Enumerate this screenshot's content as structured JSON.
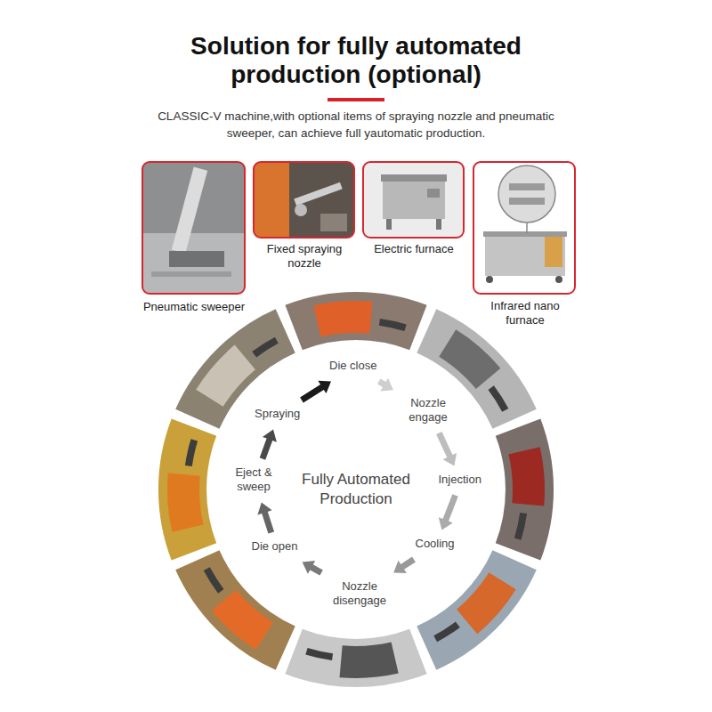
{
  "diagram": {
    "title": "Solution for fully automated production (optional)",
    "nodes": [
      {
        "text": [
          "Fully Automated Production"
        ]
      },
      {
        "text": [
          "Die close"
        ],
        "in": 0
      },
      {
        "text": [
          "Nozzle engage"
        ],
        "in": 0
      },
      {
        "text": [
          "Injection"
        ],
        "in": 0
      },
      {
        "text": [
          "Cooling"
        ],
        "in": 0
      },
      {
        "text": [
          "Nozzle disengage"
        ],
        "in": 0
      },
      {
        "text": [
          "Die open"
        ],
        "in": 0
      },
      {
        "text": [
          "Eject & sweep"
        ],
        "in": 0
      },
      {
        "text": [
          "Spraying"
        ],
        "in": 0
      }
    ],
    "edges": [
      {
        "from": 1,
        "to": 2,
        "arrow": "to"
      },
      {
        "from": 2,
        "to": 3,
        "arrow": "to"
      },
      {
        "from": 3,
        "to": 4,
        "arrow": "to"
      },
      {
        "from": 4,
        "to": 5,
        "arrow": "to"
      },
      {
        "from": 5,
        "to": 6,
        "arrow": "to"
      },
      {
        "from": 6,
        "to": 7,
        "arrow": "to"
      },
      {
        "from": 7,
        "to": 8,
        "arrow": "to"
      },
      {
        "from": 8,
        "to": 1,
        "arrow": "to"
      }
    ],
    "labels": [
      "CLASSIC-V machine,with optional items of spraying nozzle and pneumatic sweeper, can achieve full yautomatic production.",
      "Pneumatic sweeper",
      "Fixed spraying nozzle",
      "Electric furnace",
      "Infrared nano furnace"
    ]
  }
}
